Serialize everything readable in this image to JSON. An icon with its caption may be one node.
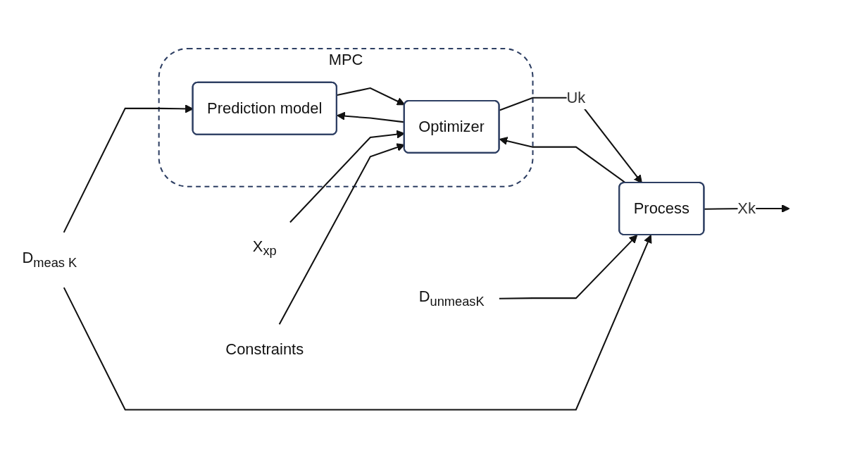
{
  "diagram": {
    "nodes": [
      {
        "text": [
          "MPC"
        ]
      },
      {
        "text": [
          "Prediction model"
        ],
        "in": 0
      },
      {
        "text": [
          "Optimizer"
        ],
        "in": 0
      },
      {
        "text": [
          "Process"
        ]
      },
      {
        "text": [
          "D$_{meas K}$"
        ]
      },
      {
        "text": [
          "D$_{unmeasK}$"
        ]
      },
      {
        "text": [
          "X$_{xp}$"
        ]
      },
      {
        "text": [
          "Constraints"
        ]
      }
    ],
    "edges": [
      {
        "from": 4,
        "to": 1,
        "arrow": "to"
      },
      {
        "from": 4,
        "to": 3,
        "arrow": "to"
      },
      {
        "from": 5,
        "to": 3,
        "arrow": "to"
      },
      {
        "from": 1,
        "to": 2,
        "arrow": "to"
      },
      {
        "from": 2,
        "to": 1,
        "arrow": "to"
      },
      {
        "from": 6,
        "to": 2,
        "arrow": "to"
      },
      {
        "from": 7,
        "to": 2,
        "arrow": "to"
      },
      {
        "from": 2,
        "to": 3,
        "label": "Uk",
        "arrow": "to"
      },
      {
        "from": 3,
        "to": null,
        "label": "Xk",
        "arrow": "to"
      },
      {
        "from": 3,
        "to": 2,
        "arrow": "to"
      }
    ]
  }
}
